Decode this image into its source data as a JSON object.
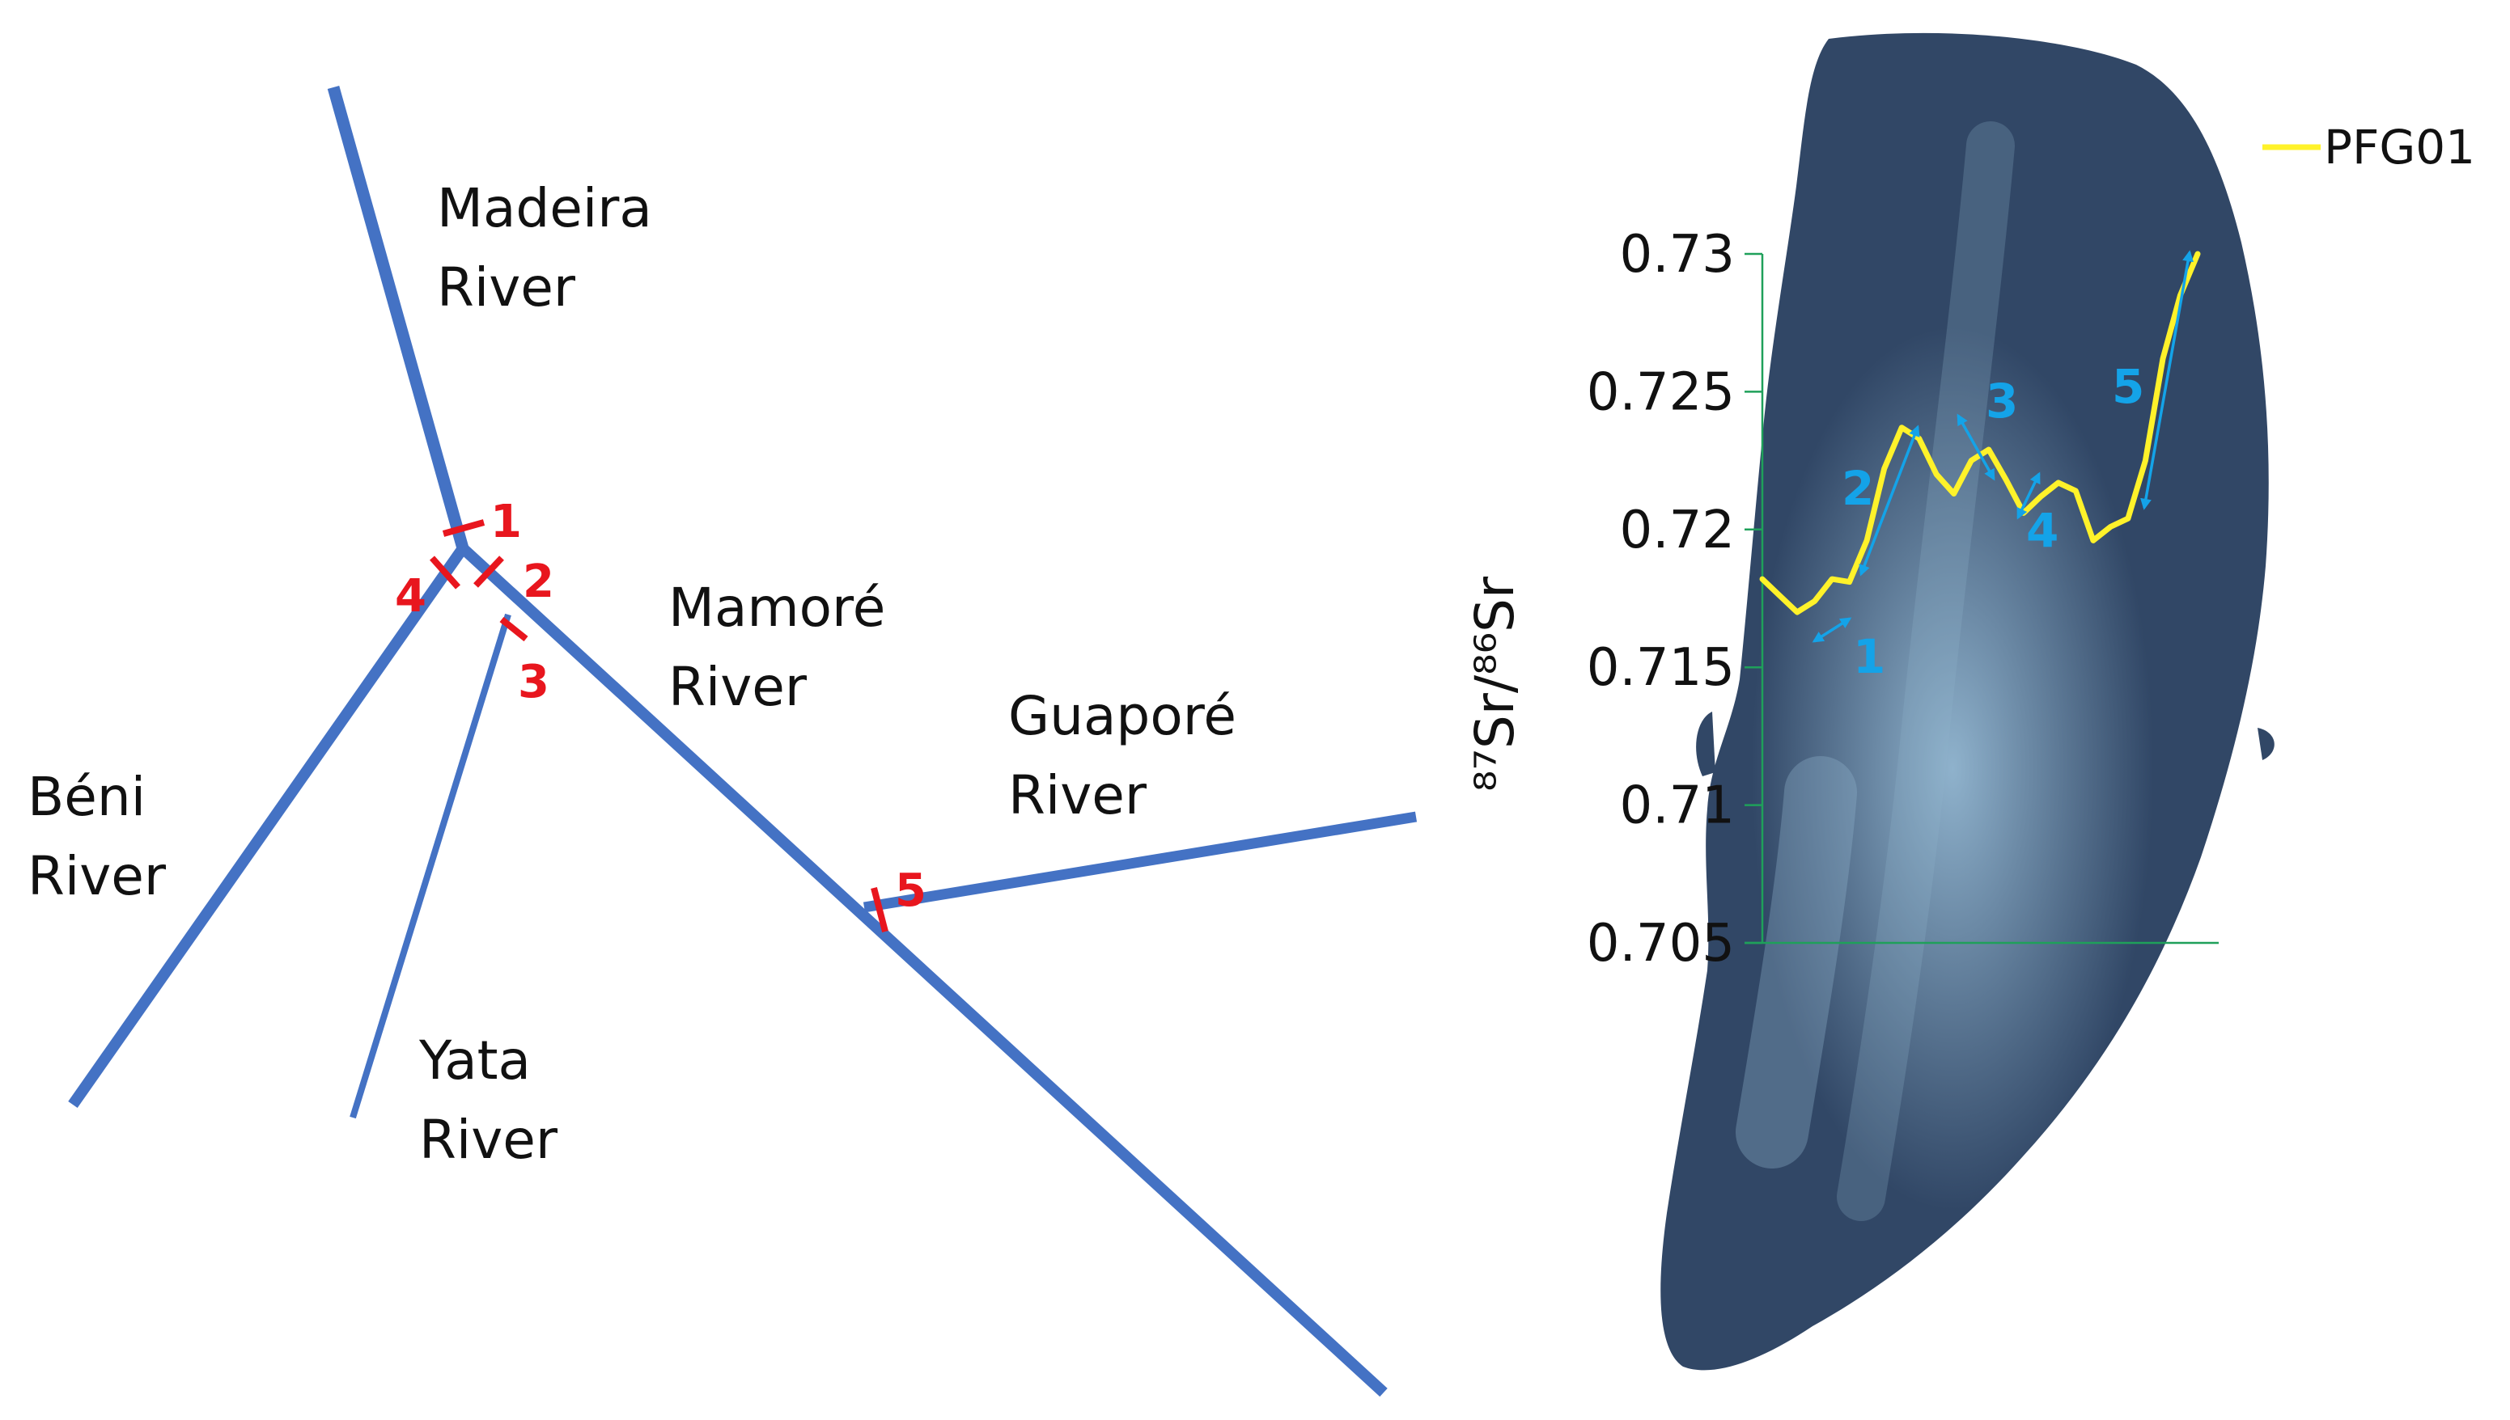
{
  "colors": {
    "river": "#4472C4",
    "site_marker": "#E8161E",
    "otolith_fill": "#314766",
    "otolith_glow": "#8FB2CC",
    "chart_line": "#FFF22A",
    "axis_line": "#1FA05A",
    "segment_arrow": "#14A3E8"
  },
  "map": {
    "rivers": [
      {
        "name": "madeira",
        "label_lines": [
          "Madeira",
          "River"
        ]
      },
      {
        "name": "mamore",
        "label_lines": [
          "Mamoré",
          "River"
        ]
      },
      {
        "name": "guapore",
        "label_lines": [
          "Guaporé",
          "River"
        ]
      },
      {
        "name": "beni",
        "label_lines": [
          "Béni",
          "River"
        ]
      },
      {
        "name": "yata",
        "label_lines": [
          "Yata",
          "River"
        ]
      }
    ],
    "sites": [
      {
        "id": "1",
        "label": "1"
      },
      {
        "id": "2",
        "label": "2"
      },
      {
        "id": "3",
        "label": "3"
      },
      {
        "id": "4",
        "label": "4"
      },
      {
        "id": "5",
        "label": "5"
      }
    ]
  },
  "chart_data": {
    "type": "line",
    "ylabel": "⁸⁷Sr/⁸⁶Sr",
    "xlabel": "",
    "ylim": [
      0.705,
      0.73
    ],
    "yticks": [
      0.73,
      0.725,
      0.72,
      0.715,
      0.71,
      0.705
    ],
    "ytick_labels": [
      "0.73",
      "0.725",
      "0.72",
      "0.715",
      "0.71",
      "0.705"
    ],
    "legend": {
      "position": "top-right"
    },
    "series": [
      {
        "name": "PFG01",
        "x": [
          0,
          4,
          8,
          12,
          16,
          20,
          24,
          28,
          32,
          36,
          40,
          44,
          48,
          52,
          56,
          60,
          64,
          68,
          72,
          76,
          80,
          84,
          88,
          92,
          96,
          100
        ],
        "values": [
          0.7182,
          0.7176,
          0.717,
          0.7174,
          0.7182,
          0.7181,
          0.7196,
          0.7222,
          0.7237,
          0.7233,
          0.722,
          0.7213,
          0.7225,
          0.7229,
          0.7218,
          0.7206,
          0.7212,
          0.7217,
          0.7214,
          0.7196,
          0.7201,
          0.7204,
          0.7225,
          0.7262,
          0.7285,
          0.73
        ]
      }
    ],
    "segments": [
      {
        "label": "1"
      },
      {
        "label": "2"
      },
      {
        "label": "3"
      },
      {
        "label": "4"
      },
      {
        "label": "5"
      }
    ]
  }
}
